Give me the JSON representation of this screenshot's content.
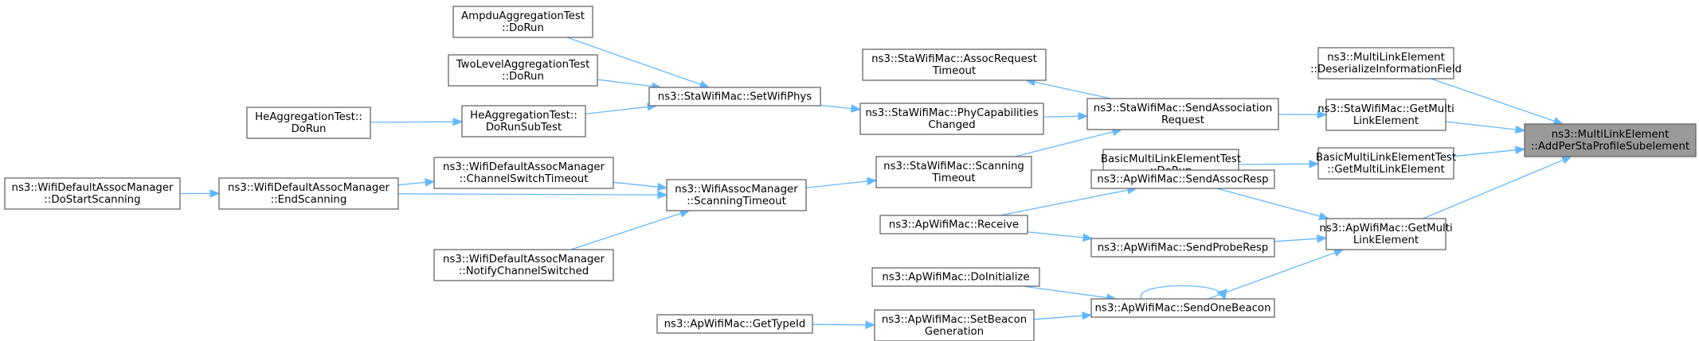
{
  "diagram": {
    "type": "call-graph",
    "edge_color": "#63b8ff",
    "target_fill": "#999999",
    "nodes": [
      {
        "id": "target",
        "lines": [
          "ns3::MultiLinkElement",
          "::AddPerStaProfileSubelement"
        ],
        "highlighted": true
      },
      {
        "id": "mle_deser",
        "lines": [
          "ns3::MultiLinkElement",
          "::DeserializeInformationField"
        ]
      },
      {
        "id": "sta_getml",
        "lines": [
          "ns3::StaWifiMac::GetMulti",
          "LinkElement"
        ]
      },
      {
        "id": "bmle_getml",
        "lines": [
          "BasicMultiLinkElementTest",
          "::GetMultiLinkElement"
        ]
      },
      {
        "id": "ap_getml",
        "lines": [
          "ns3::ApWifiMac::GetMulti",
          "LinkElement"
        ]
      },
      {
        "id": "sta_sendassoc",
        "lines": [
          "ns3::StaWifiMac::SendAssociation",
          "Request"
        ]
      },
      {
        "id": "bmle_dorun",
        "lines": [
          "BasicMultiLinkElementTest",
          "::DoRun"
        ]
      },
      {
        "id": "ap_sendassocresp",
        "lines": [
          "ns3::ApWifiMac::SendAssocResp"
        ]
      },
      {
        "id": "ap_sendproberesp",
        "lines": [
          "ns3::ApWifiMac::SendProbeResp"
        ]
      },
      {
        "id": "ap_sendonebeacon",
        "lines": [
          "ns3::ApWifiMac::SendOneBeacon"
        ]
      },
      {
        "id": "sta_assoctimeout",
        "lines": [
          "ns3::StaWifiMac::AssocRequest",
          "Timeout"
        ]
      },
      {
        "id": "sta_phycap",
        "lines": [
          "ns3::StaWifiMac::PhyCapabilities",
          "Changed"
        ]
      },
      {
        "id": "sta_scantimeout",
        "lines": [
          "ns3::StaWifiMac::Scanning",
          "Timeout"
        ]
      },
      {
        "id": "ap_receive",
        "lines": [
          "ns3::ApWifiMac::Receive"
        ]
      },
      {
        "id": "ap_doinit",
        "lines": [
          "ns3::ApWifiMac::DoInitialize"
        ]
      },
      {
        "id": "ap_setbeacon",
        "lines": [
          "ns3::ApWifiMac::SetBeacon",
          "Generation"
        ]
      },
      {
        "id": "sta_setphys",
        "lines": [
          "ns3::StaWifiMac::SetWifiPhys"
        ]
      },
      {
        "id": "assoc_scantimeout",
        "lines": [
          "ns3::WifiAssocManager",
          "::ScanningTimeout"
        ]
      },
      {
        "id": "ap_gettypeid",
        "lines": [
          "ns3::ApWifiMac::GetTypeId"
        ]
      },
      {
        "id": "ampdu_dorun",
        "lines": [
          "AmpduAggregationTest",
          "::DoRun"
        ]
      },
      {
        "id": "twolevel_dorun",
        "lines": [
          "TwoLevelAggregationTest",
          "::DoRun"
        ]
      },
      {
        "id": "he_dorunsub",
        "lines": [
          "HeAggregationTest::",
          "DoRunSubTest"
        ]
      },
      {
        "id": "dam_chanswitch",
        "lines": [
          "ns3::WifiDefaultAssocManager",
          "::ChannelSwitchTimeout"
        ]
      },
      {
        "id": "dam_notify",
        "lines": [
          "ns3::WifiDefaultAssocManager",
          "::NotifyChannelSwitched"
        ]
      },
      {
        "id": "he_dorun",
        "lines": [
          "HeAggregationTest::",
          "DoRun"
        ]
      },
      {
        "id": "dam_endscan",
        "lines": [
          "ns3::WifiDefaultAssocManager",
          "::EndScanning"
        ]
      },
      {
        "id": "dam_dostart",
        "lines": [
          "ns3::WifiDefaultAssocManager",
          "::DoStartScanning"
        ]
      }
    ],
    "edges": [
      {
        "from": "mle_deser",
        "to": "target"
      },
      {
        "from": "sta_getml",
        "to": "target"
      },
      {
        "from": "bmle_getml",
        "to": "target"
      },
      {
        "from": "ap_getml",
        "to": "target"
      },
      {
        "from": "sta_sendassoc",
        "to": "sta_getml"
      },
      {
        "from": "bmle_dorun",
        "to": "bmle_getml"
      },
      {
        "from": "ap_sendassocresp",
        "to": "ap_getml"
      },
      {
        "from": "ap_sendproberesp",
        "to": "ap_getml"
      },
      {
        "from": "ap_sendonebeacon",
        "to": "ap_getml"
      },
      {
        "from": "sta_sendassoc",
        "to": "sta_assoctimeout"
      },
      {
        "from": "sta_phycap",
        "to": "sta_sendassoc"
      },
      {
        "from": "sta_scantimeout",
        "to": "sta_sendassoc"
      },
      {
        "from": "ap_receive",
        "to": "ap_sendassocresp"
      },
      {
        "from": "ap_receive",
        "to": "ap_sendproberesp"
      },
      {
        "from": "ap_sendonebeacon",
        "to": "ap_sendonebeacon"
      },
      {
        "from": "ap_doinit",
        "to": "ap_sendonebeacon"
      },
      {
        "from": "ap_setbeacon",
        "to": "ap_sendonebeacon"
      },
      {
        "from": "sta_setphys",
        "to": "sta_phycap"
      },
      {
        "from": "assoc_scantimeout",
        "to": "sta_scantimeout"
      },
      {
        "from": "ap_gettypeid",
        "to": "ap_setbeacon"
      },
      {
        "from": "ampdu_dorun",
        "to": "sta_setphys"
      },
      {
        "from": "twolevel_dorun",
        "to": "sta_setphys"
      },
      {
        "from": "he_dorunsub",
        "to": "sta_setphys"
      },
      {
        "from": "dam_chanswitch",
        "to": "assoc_scantimeout"
      },
      {
        "from": "dam_endscan",
        "to": "assoc_scantimeout"
      },
      {
        "from": "dam_notify",
        "to": "assoc_scantimeout"
      },
      {
        "from": "he_dorun",
        "to": "he_dorunsub"
      },
      {
        "from": "dam_endscan",
        "to": "dam_chanswitch"
      },
      {
        "from": "dam_dostart",
        "to": "dam_endscan"
      }
    ]
  }
}
